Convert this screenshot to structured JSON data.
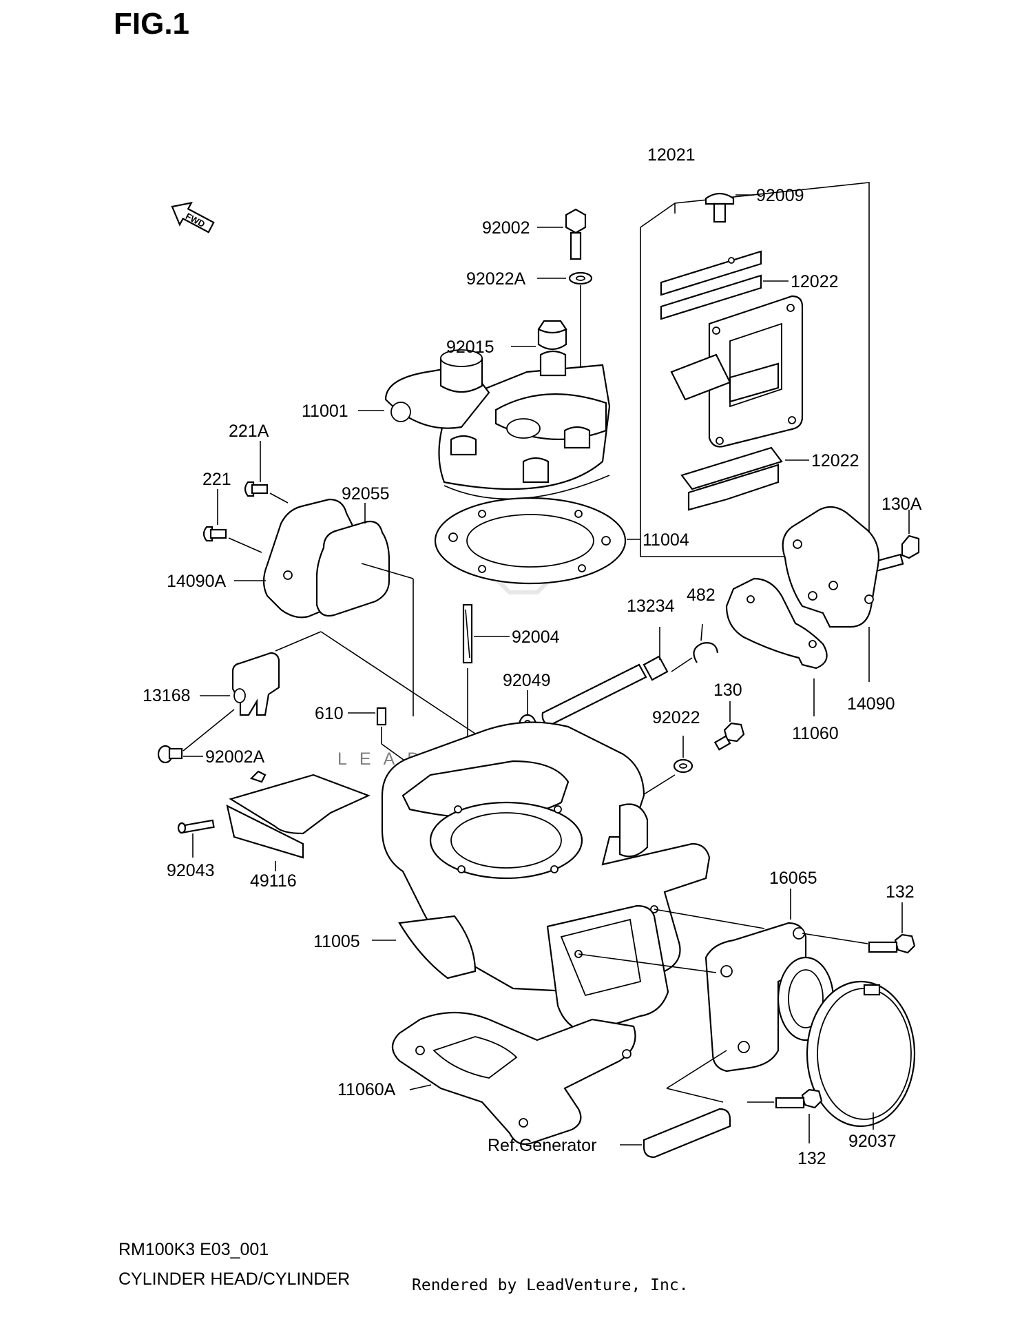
{
  "figure_title": "FIG.1",
  "watermark": "LEADVENTURE",
  "direction_marker": "FWD",
  "part_labels": {
    "p12021": "12021",
    "p92009": "92009",
    "p12022a": "12022",
    "p12022b": "12022",
    "p92002": "92002",
    "p92022A": "92022A",
    "p92015": "92015",
    "p11001": "11001",
    "p221A": "221A",
    "p221": "221",
    "p92055": "92055",
    "p14090A": "14090A",
    "p11004": "11004",
    "p130A": "130A",
    "p13234": "13234",
    "p482": "482",
    "p92004": "92004",
    "p92049": "92049",
    "p13168": "13168",
    "p610": "610",
    "p130": "130",
    "p92022": "92022",
    "p14090": "14090",
    "p11060": "11060",
    "p92002A": "92002A",
    "p92043": "92043",
    "p49116": "49116",
    "p16065": "16065",
    "p132a": "132",
    "p11005": "11005",
    "p11060A": "11060A",
    "p_ref": "Ref.Generator",
    "p132b": "132",
    "p92037": "92037"
  },
  "footer": {
    "model_code": "RM100K3 E03_001",
    "section_title": "CYLINDER HEAD/CYLINDER",
    "rendered_by": "Rendered by LeadVenture, Inc."
  }
}
